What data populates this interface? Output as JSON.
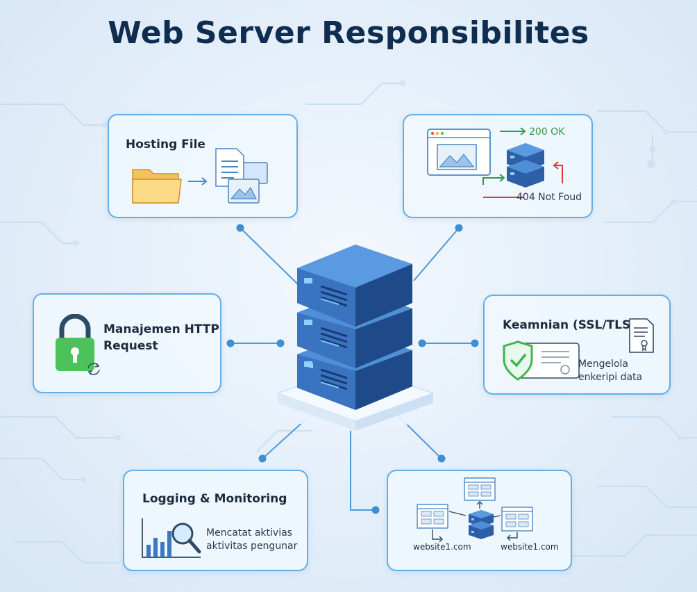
{
  "title": "Web Server Responsibilites",
  "cards": {
    "hosting": {
      "title": "Hosting File"
    },
    "status": {
      "ok": "200 OK",
      "not_found": "404 Not Foud"
    },
    "http": {
      "title_line1": "Manajemen HTTP",
      "title_line2": "Request"
    },
    "security": {
      "title": "Keamnian (SSL/TLS)",
      "text_line1": "Mengelola",
      "text_line2": "enkeripi data"
    },
    "logging": {
      "title": "Logging & Monitoring",
      "text_line1": "Mencatat aktivias",
      "text_line2": "aktivitas pengunar"
    },
    "vhost": {
      "site_left": "website1.com",
      "site_right": "website1.com"
    }
  },
  "colors": {
    "card_border": "#63aee6",
    "server_blue": "#3a78c4",
    "ok_green": "#2e9b48",
    "error_red": "#d83a3a",
    "lock_green": "#4cc25a"
  }
}
